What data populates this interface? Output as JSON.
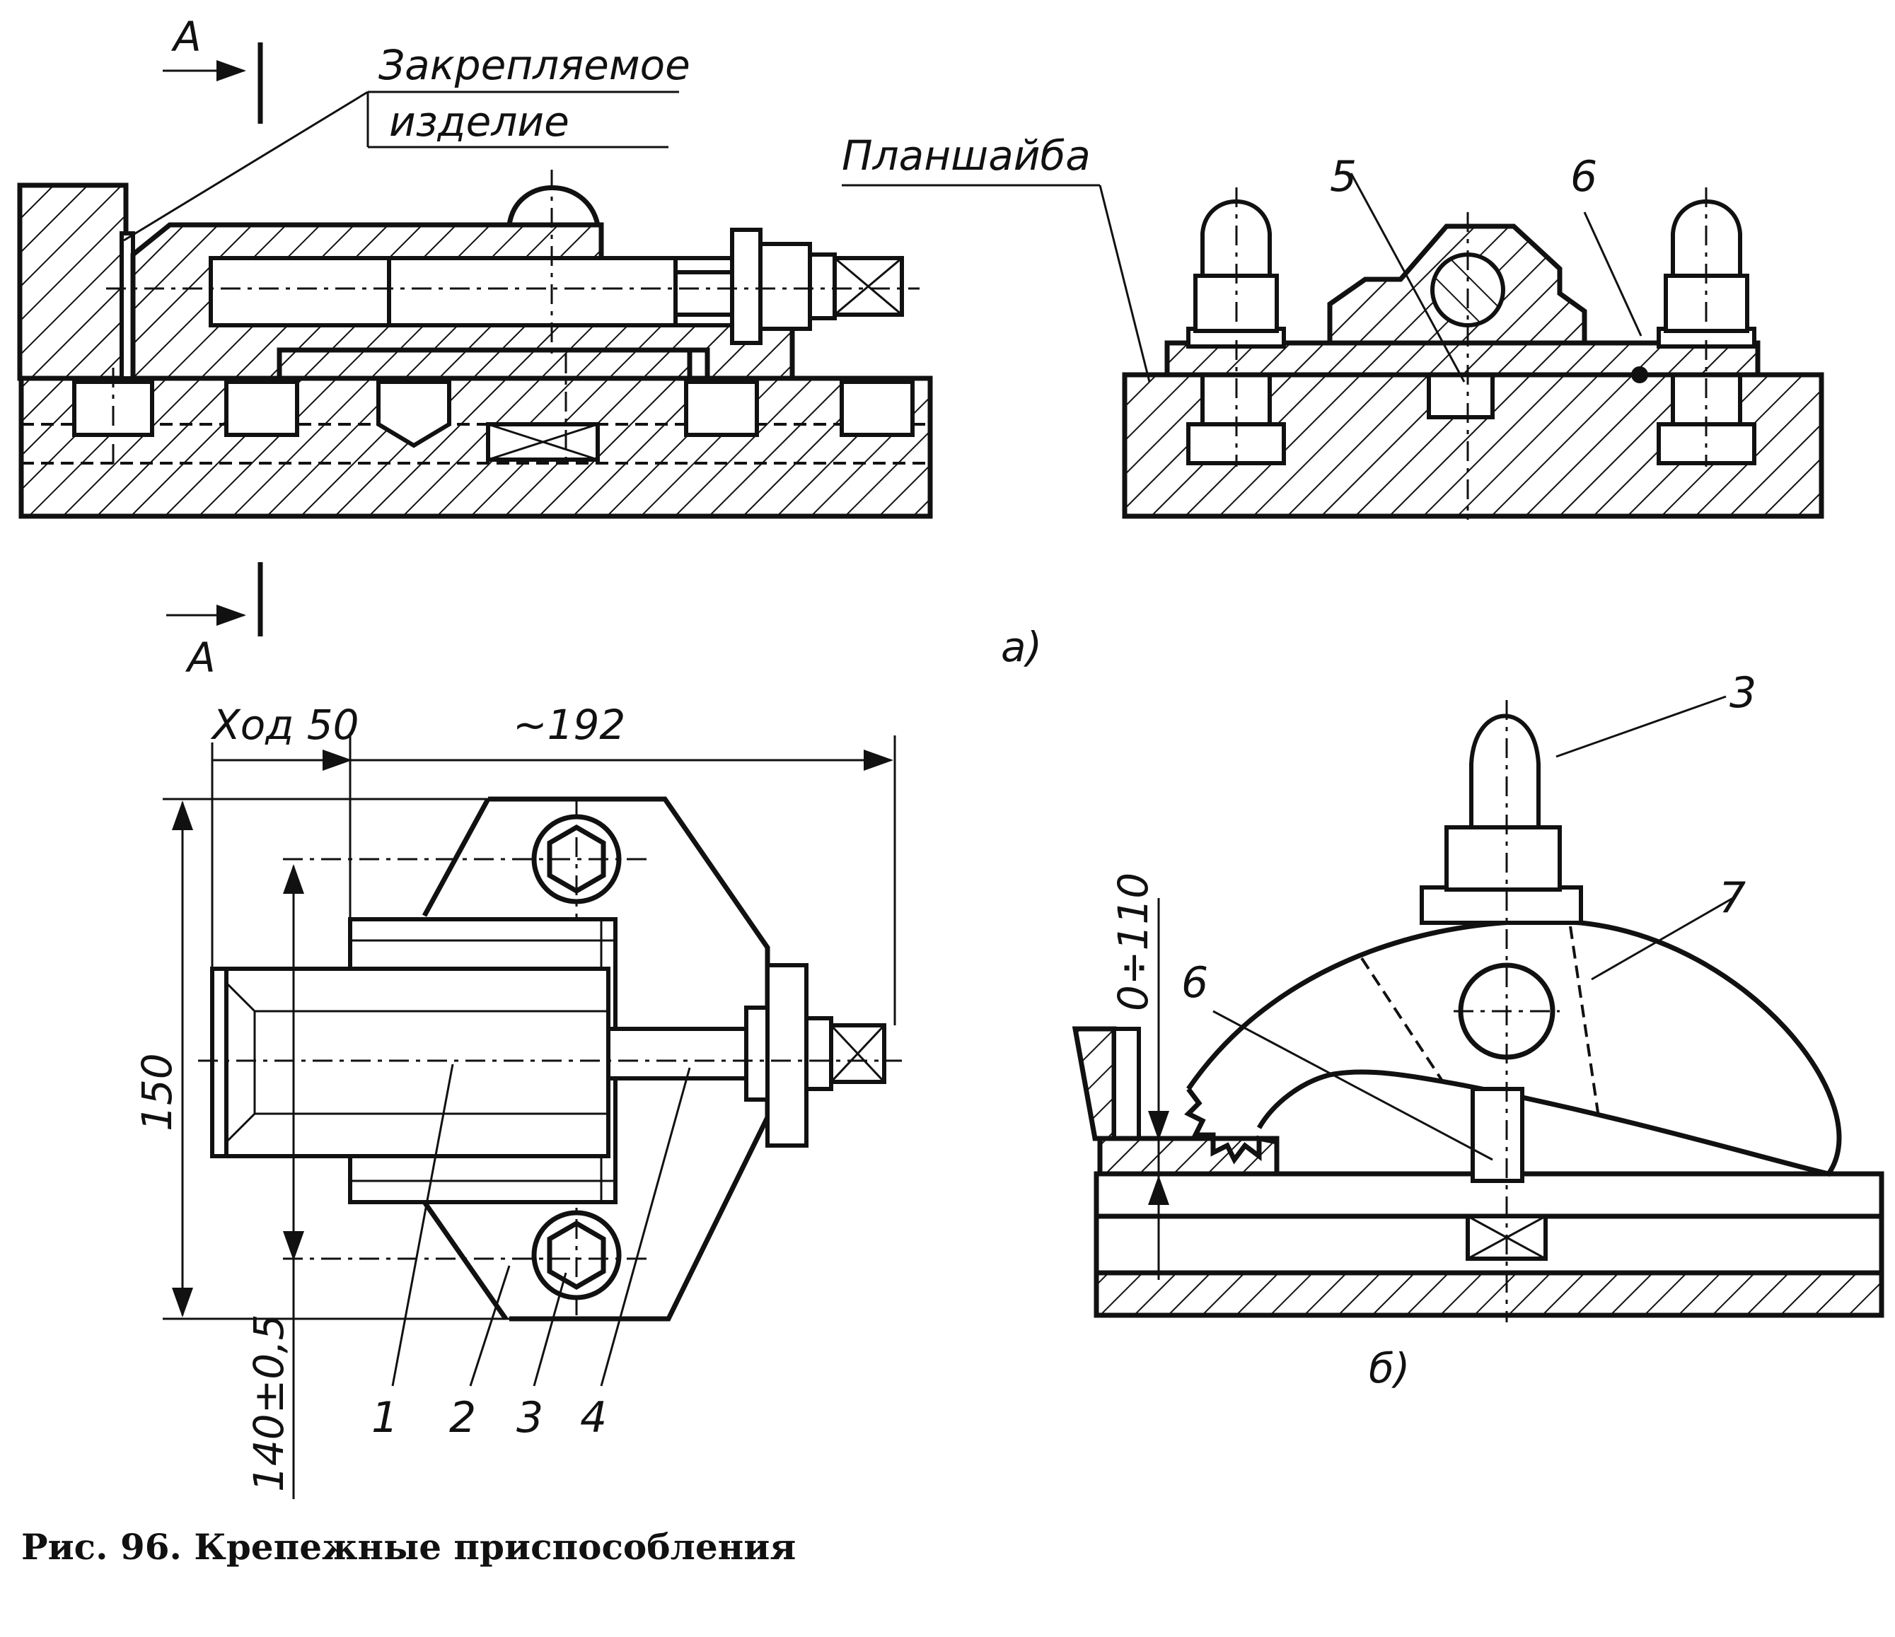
{
  "section_mark": {
    "letter_top": "A",
    "letter_bottom": "A"
  },
  "labels": {
    "workpiece_line1": "Закрепляемое",
    "workpiece_line2": "изделие",
    "faceplate": "Планшайба",
    "view_a": "а)",
    "view_b": "б)"
  },
  "dimensions": {
    "stroke": "Ход 50",
    "length": "~192",
    "height": "150",
    "center": "140±0,5",
    "range": "0÷110"
  },
  "callouts": [
    "1",
    "2",
    "3",
    "4",
    "5",
    "6",
    "6",
    "7",
    "3"
  ],
  "caption": "Рис. 96. Крепежные приспособления",
  "colors": {
    "ink": "#111111",
    "paper": "#ffffff"
  }
}
